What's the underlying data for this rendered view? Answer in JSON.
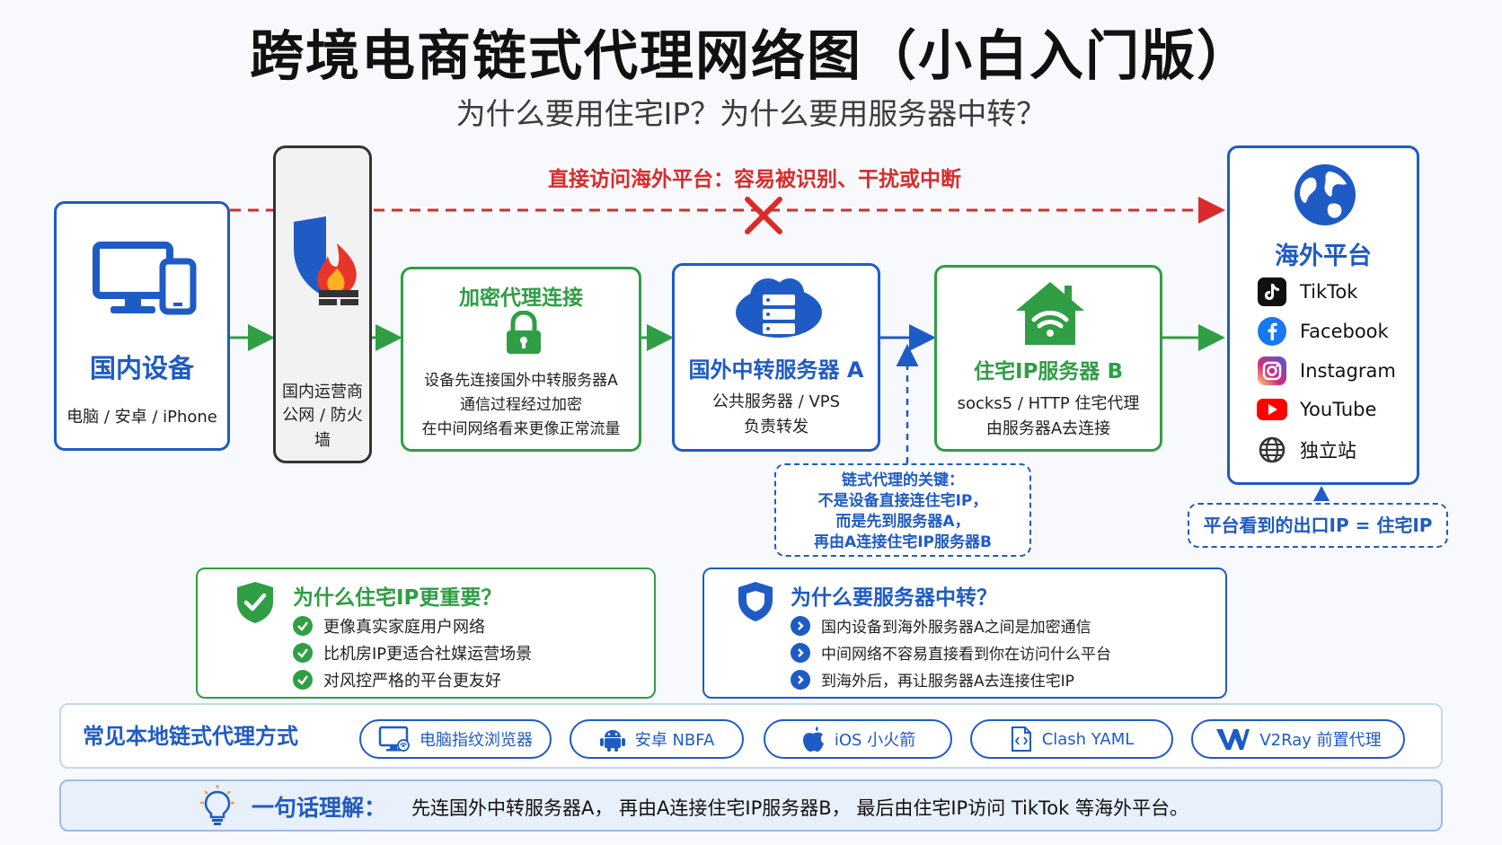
{
  "title": "跨境电商链式代理网络图（小白入门版）",
  "subtitle": "为什么要用住宅IP？为什么要用服务器中转？",
  "direct_warning": "直接访问海外平台：容易被识别、干扰或中断",
  "domestic": {
    "title": "国内设备",
    "subtitle": "电脑 / 安卓 / iPhone"
  },
  "isp": {
    "line1": "国内运营商",
    "line2": "公网 / 防火墙"
  },
  "encrypted": {
    "title": "加密代理连接",
    "lines": [
      "设备先连接国外中转服务器A",
      "通信过程经过加密",
      "在中间网络看来更像正常流量"
    ]
  },
  "relay": {
    "title": "国外中转服务器 A",
    "lines": [
      "公共服务器 / VPS",
      "负责转发"
    ]
  },
  "residential": {
    "title": "住宅IP服务器 B",
    "lines": [
      "socks5 / HTTP 住宅代理",
      "由服务器A去连接"
    ]
  },
  "overseas": {
    "title": "海外平台",
    "platforms": [
      "TikTok",
      "Facebook",
      "Instagram",
      "YouTube",
      "独立站"
    ]
  },
  "key_note": {
    "lines": [
      "链式代理的关键：",
      "不是设备直接连住宅IP，",
      "而是先到服务器A，",
      "再由A连接住宅IP服务器B"
    ]
  },
  "exit_note": "平台看到的出口IP = 住宅IP",
  "why_residential": {
    "title": "为什么住宅IP更重要？",
    "items": [
      "更像真实家庭用户网络",
      "比机房IP更适合社媒运营场景",
      "对风控严格的平台更友好"
    ]
  },
  "why_relay": {
    "title": "为什么要服务器中转？",
    "items": [
      "国内设备到海外服务器A之间是加密通信",
      "中间网络不容易直接看到你在访问什么平台",
      "到海外后，再让服务器A去连接住宅IP"
    ]
  },
  "methods": {
    "title": "常见本地链式代理方式",
    "items": [
      "电脑指纹浏览器",
      "安卓 NBFA",
      "iOS 小火箭",
      "Clash YAML",
      "V2Ray 前置代理"
    ]
  },
  "summary": {
    "label": "一句话理解：",
    "text": "先连国外中转服务器A， 再由A连接住宅IP服务器B， 最后由住宅IP访问 TikTok 等海外平台。"
  },
  "colors": {
    "blue": "#1f5bc4",
    "green": "#2f9e44",
    "red": "#d92b2b"
  }
}
